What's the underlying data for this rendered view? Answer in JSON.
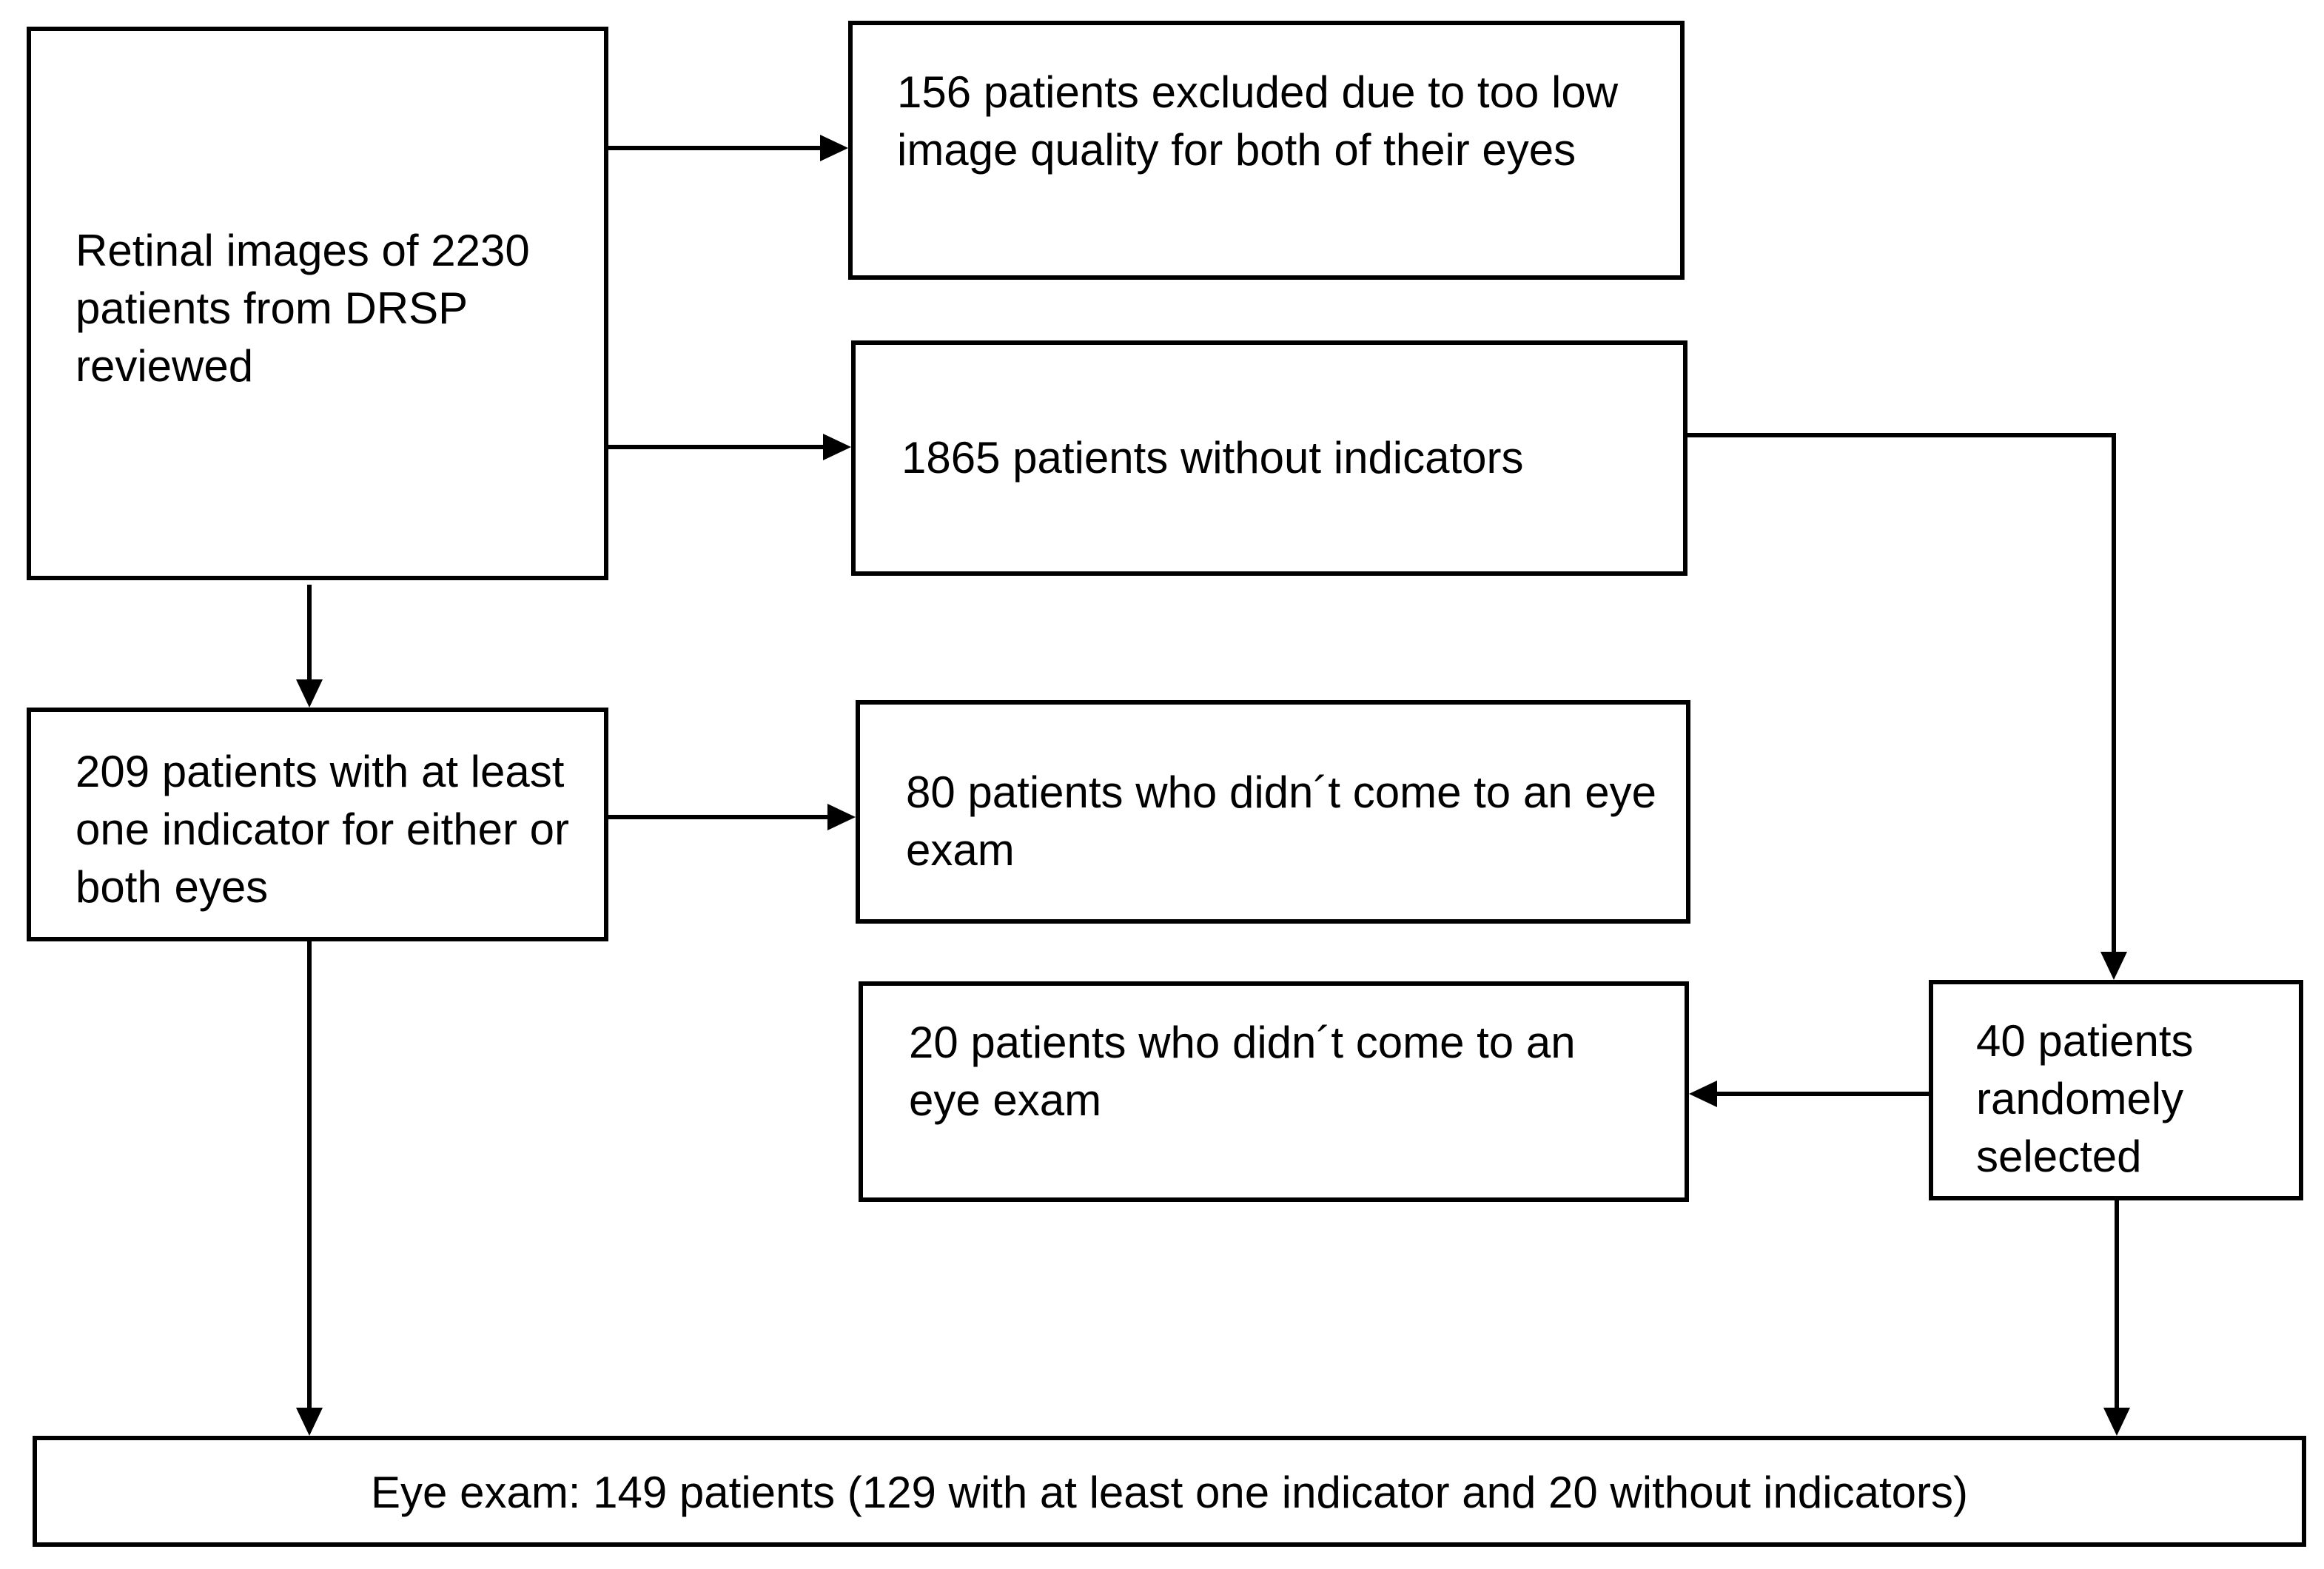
{
  "boxes": {
    "retinal": "Retinal images of 2230 patients from DRSP reviewed",
    "excluded": "156 patients excluded due to too low image quality for both of their eyes",
    "without_indicators": "1865 patients without indicators",
    "with_indicator": "209 patients with at least one indicator for either or both eyes",
    "no_exam_80": "80 patients who didn´t come to an eye exam",
    "no_exam_20": "20 patients who didn´t come to an eye exam",
    "random_40": "40 patients randomely selected",
    "eye_exam": "Eye exam: 149 patients (129 with at least one indicator and 20 without indicators)"
  },
  "colors": {
    "stroke": "#000000",
    "background": "#ffffff"
  }
}
